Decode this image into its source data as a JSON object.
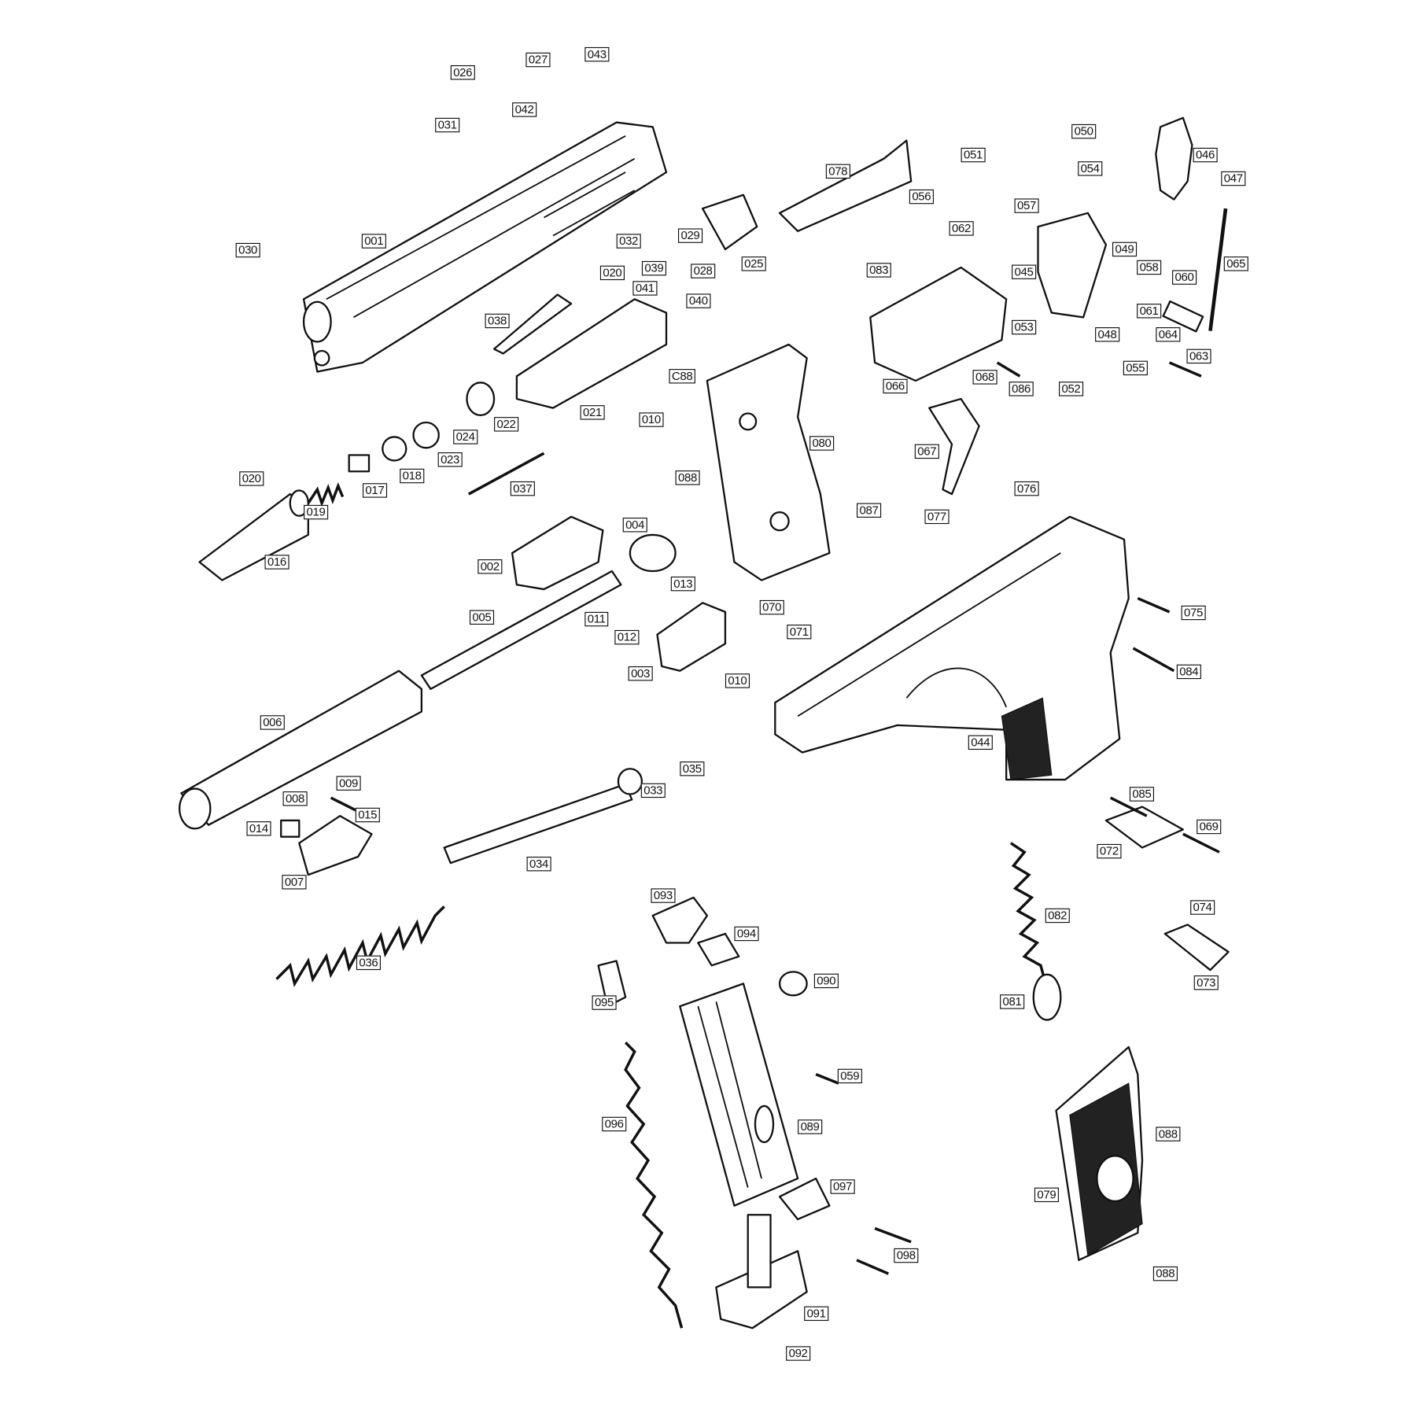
{
  "labels": {
    "l026": "026",
    "l027": "027",
    "l043": "043",
    "l042": "042",
    "l031": "031",
    "l001": "001",
    "l030": "030",
    "l032": "032",
    "l020a": "020",
    "l039": "039",
    "l029": "029",
    "l028": "028",
    "l025": "025",
    "l041": "041",
    "l040": "040",
    "l038": "038",
    "lc88": "C88",
    "l010a": "010",
    "l021": "021",
    "l022": "022",
    "l024": "024",
    "l023": "023",
    "l018": "018",
    "l017": "017",
    "l037": "037",
    "l020b": "020",
    "l019": "019",
    "l016": "016",
    "l004": "004",
    "l002": "002",
    "l013": "013",
    "l005": "005",
    "l011": "011",
    "l012": "012",
    "l003": "003",
    "l010b": "010",
    "l070": "070",
    "l071": "071",
    "l088a": "088",
    "l080": "080",
    "l078": "078",
    "l051": "051",
    "l056": "056",
    "l062": "062",
    "l050": "050",
    "l054": "054",
    "l057": "057",
    "l046": "046",
    "l047": "047",
    "l049": "049",
    "l045": "045",
    "l083": "083",
    "l058": "058",
    "l060": "060",
    "l061": "061",
    "l065": "065",
    "l053": "053",
    "l048": "048",
    "l064": "064",
    "l066": "066",
    "l068": "068",
    "l086": "086",
    "l052": "052",
    "l055": "055",
    "l063": "063",
    "l067": "067",
    "l087": "087",
    "l077": "077",
    "l076": "076",
    "l075": "075",
    "l084": "084",
    "l044": "044",
    "l006": "006",
    "l009": "009",
    "l035": "035",
    "l033": "033",
    "l008": "008",
    "l015": "015",
    "l014": "014",
    "l007": "007",
    "l034": "034",
    "l036": "036",
    "l085": "085",
    "l069": "069",
    "l072": "072",
    "l082": "082",
    "l074": "074",
    "l073": "073",
    "l081": "081",
    "l093": "093",
    "l094": "094",
    "l090": "090",
    "l095": "095",
    "l059": "059",
    "l096": "096",
    "l089": "089",
    "l097": "097",
    "l098": "098",
    "l091": "091",
    "l092": "092",
    "l079": "079",
    "l088b": "088",
    "l088c": "088"
  }
}
